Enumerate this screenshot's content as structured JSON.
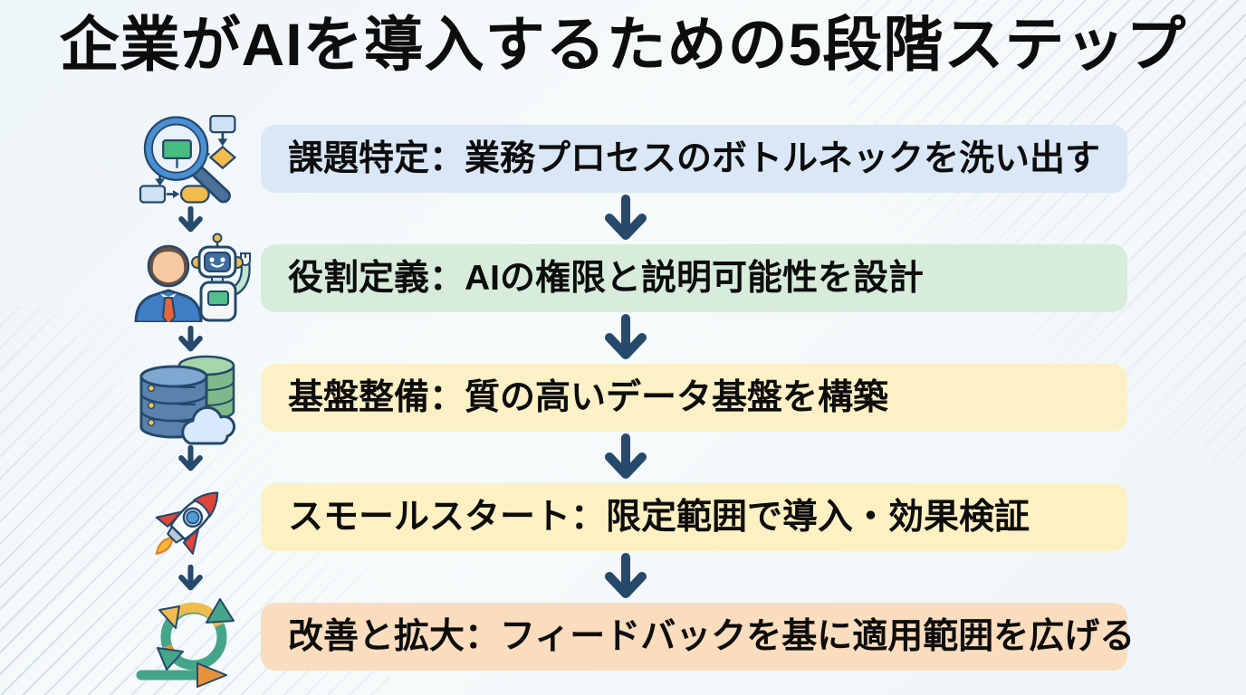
{
  "page": {
    "title": "企業がAIを導入するための5段階ステップ"
  },
  "steps": [
    {
      "label": "課題特定：業務プロセスのボトルネックを洗い出す",
      "color": "#dae7f7",
      "icon": "magnifier-flowchart-icon"
    },
    {
      "label": "役割定義：AIの権限と説明可能性を設計",
      "color": "#d7ecda",
      "icon": "person-robot-icon"
    },
    {
      "label": "基盤整備：質の高いデータ基盤を構築",
      "color": "#fcf0c6",
      "icon": "database-icon"
    },
    {
      "label": "スモールスタート：限定範囲で導入・効果検証",
      "color": "#fdf0c2",
      "icon": "rocket-icon"
    },
    {
      "label": "改善と拡大：フィードバックを基に適用範囲を広げる",
      "color": "#fadcbe",
      "icon": "cycle-arrows-icon"
    }
  ],
  "colors": {
    "arrow": "#27496b",
    "background": "#f2f7f9",
    "title_text": "#0d0d0d"
  }
}
